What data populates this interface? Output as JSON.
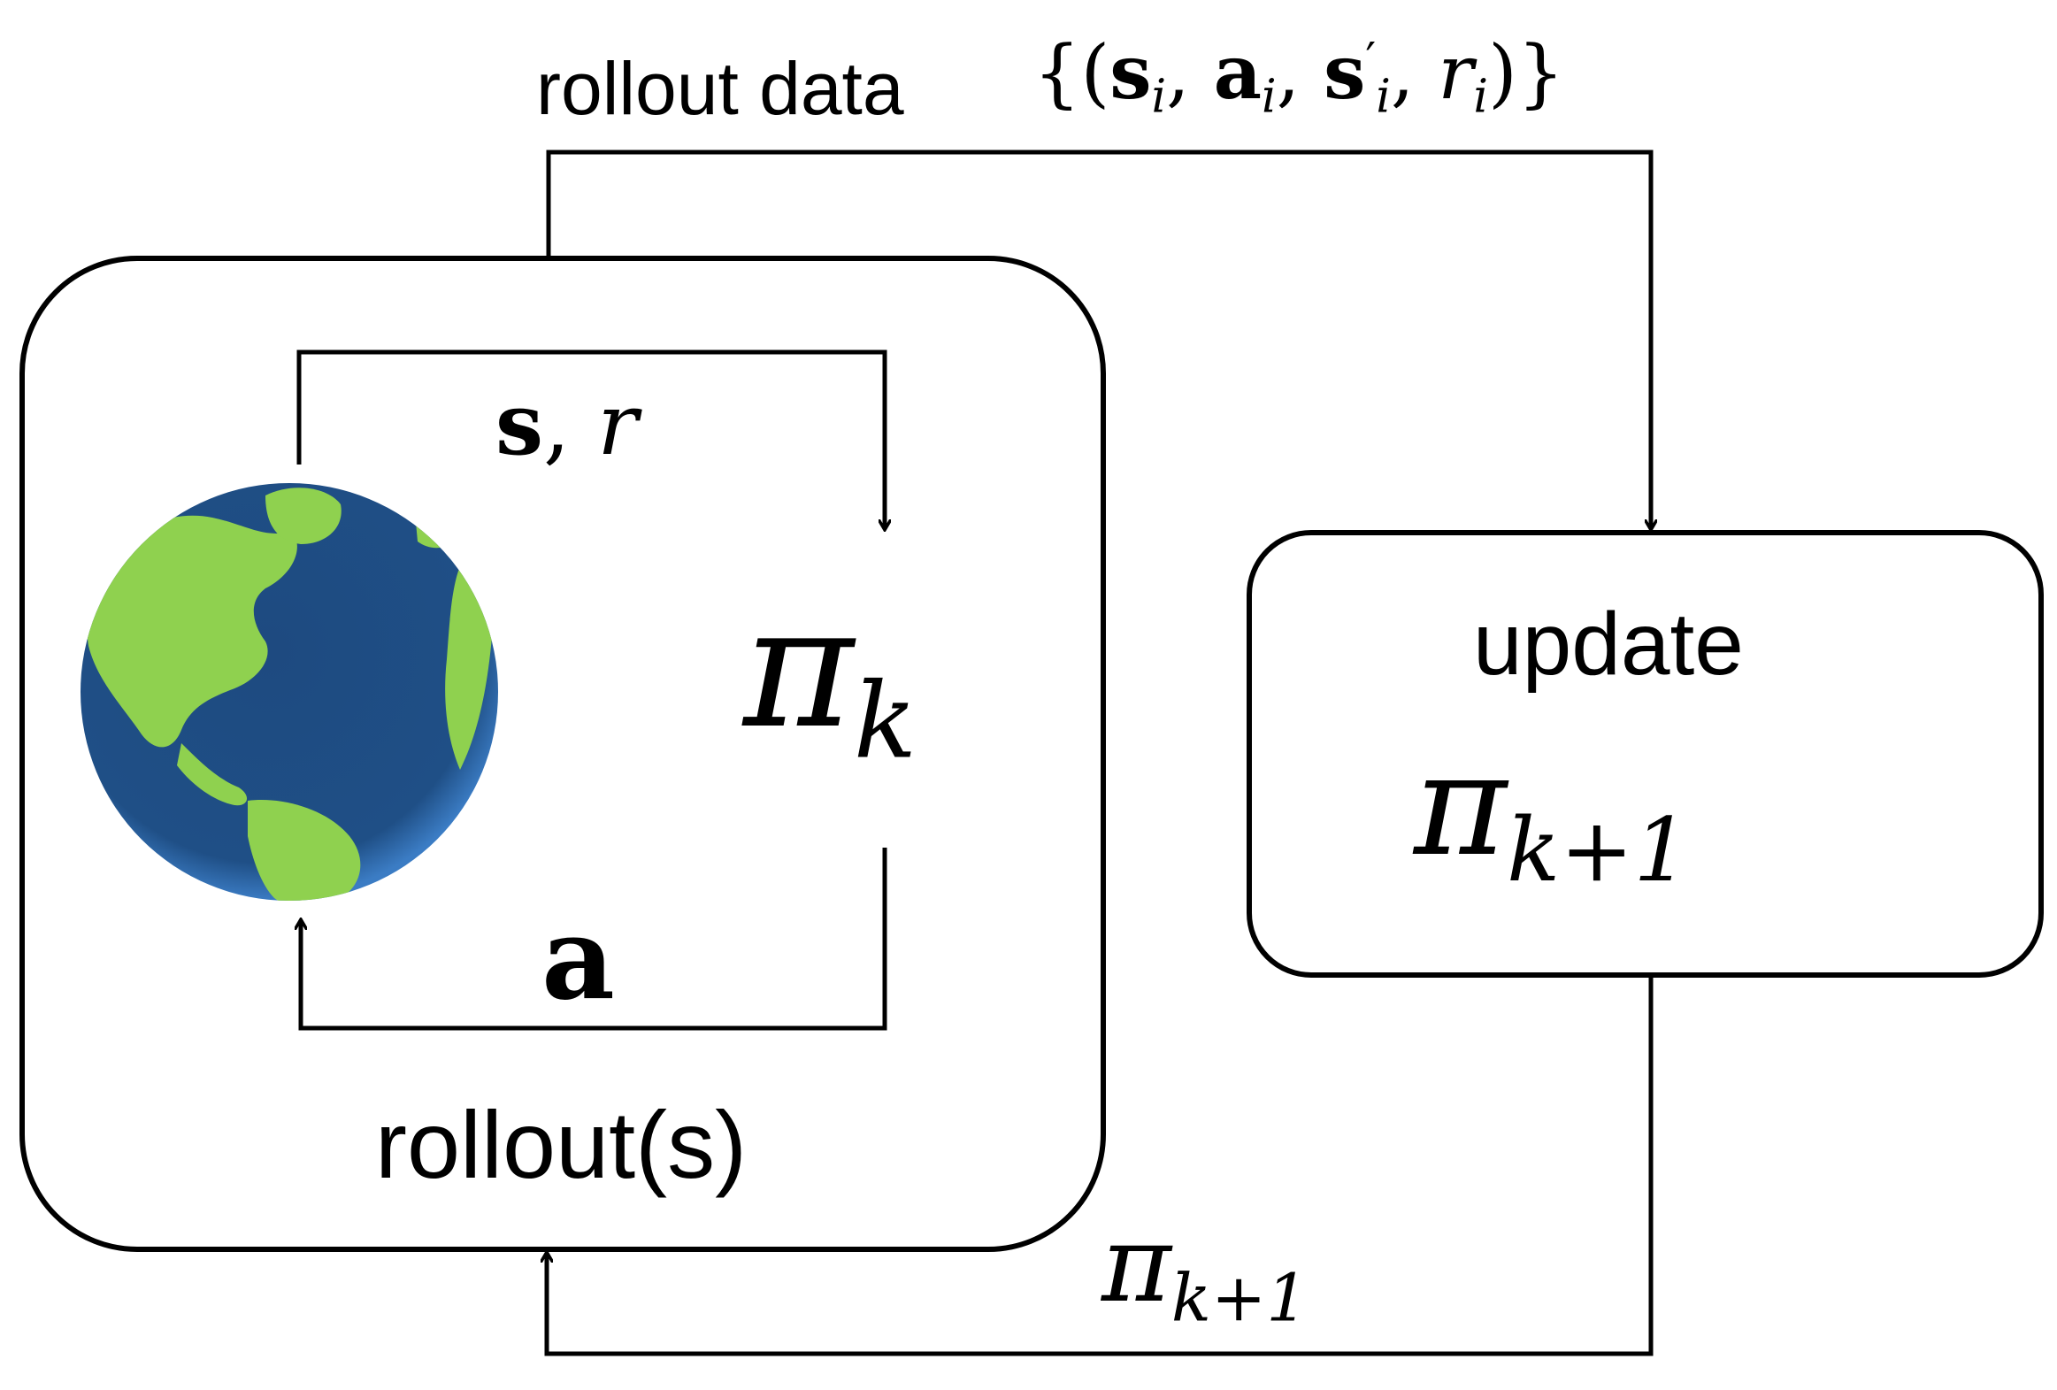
{
  "labels": {
    "rollout_data": "rollout data",
    "rollout_box": "rollout(s)",
    "update_box": "update",
    "pi_symbol": "π",
    "policy_current_sub": "k",
    "policy_next_sub": "k+1",
    "feedback_sub": "k+1",
    "state_reward": {
      "s": "s",
      "comma": ", ",
      "r": "r"
    },
    "action": "a",
    "tuple": {
      "open": "{(",
      "s": "s",
      "s_sub": "i",
      "sep1": ", ",
      "a": "a",
      "a_sub": "i",
      "sep2": ", ",
      "sp": "s",
      "sp_prime": "′",
      "sp_sub": "i",
      "sep3": ", ",
      "r": "r",
      "r_sub": "i",
      "close": ")}"
    }
  },
  "icons": {
    "environment": "globe-icon"
  },
  "colors": {
    "stroke": "#000000",
    "ocean": "#1f4f86",
    "land": "#8fd14f"
  }
}
